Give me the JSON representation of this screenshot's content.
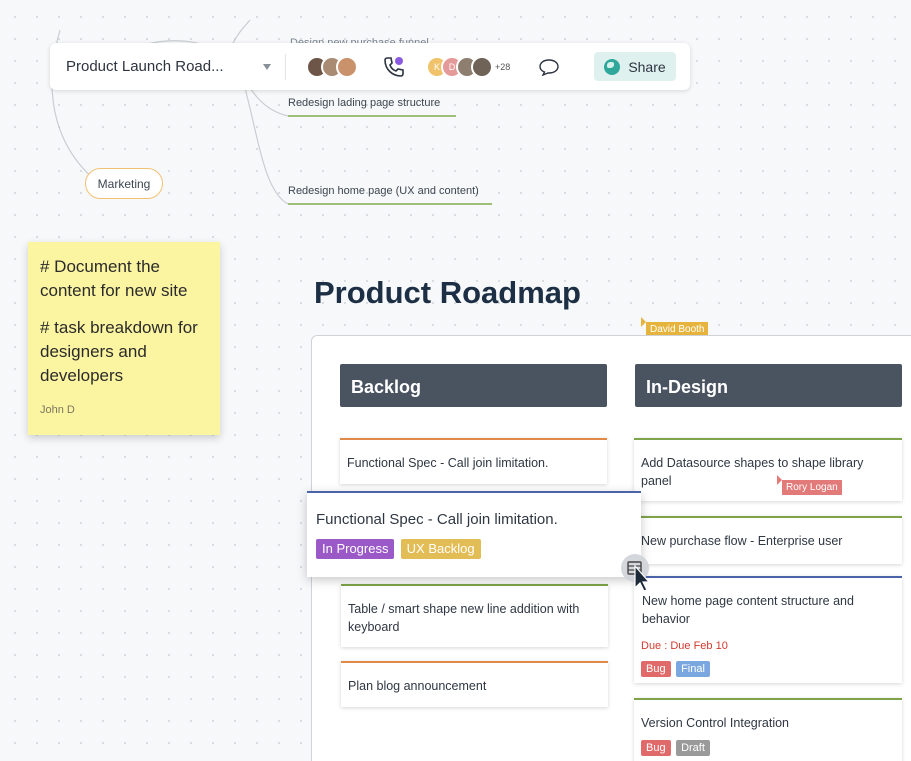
{
  "toolbar": {
    "doc_title": "Product Launch Road...",
    "collab_avatars": [
      "K",
      "D"
    ],
    "plus_count": "+28",
    "share_label": "Share"
  },
  "mindmap": {
    "top_item": "Design new purchase funnel",
    "item1": "Redesign lading page structure",
    "item2": "Redesign home page (UX and content)",
    "marketing": "Marketing"
  },
  "sticky": {
    "line1": "# Document the content for new site",
    "line2": "# task breakdown for designers and developers",
    "author": "John D"
  },
  "roadmap": {
    "title": "Product Roadmap",
    "cursor_david": "David Booth",
    "cursor_rory": "Rory Logan",
    "backlog": {
      "header": "Backlog",
      "cards": [
        "Functional Spec - Call join limitation.",
        "Table / smart shape new line addition with keyboard",
        "Plan blog announcement"
      ]
    },
    "indesign": {
      "header": "In-Design",
      "cards": [
        "Add Datasource shapes to shape library panel",
        "New purchase flow - Enterprise user",
        "New home page content structure and behavior",
        "Version Control Integration"
      ],
      "due": "Due : Due Feb 10",
      "tag_bug": "Bug",
      "tag_final": "Final",
      "tag_draft": "Draft"
    },
    "drag_card": {
      "text": "Functional Spec - Call join limitation.",
      "tag1": "In Progress",
      "tag2": "UX Backlog"
    }
  },
  "colors": {
    "header": "#4a5461",
    "in_progress": "#9b59c8",
    "ux_backlog": "#e2bc55",
    "bug": "#e06a6a",
    "final": "#7aa7e0",
    "draft": "#9a9a9a",
    "david": "#e6b43c",
    "rory": "#e27a7a"
  }
}
